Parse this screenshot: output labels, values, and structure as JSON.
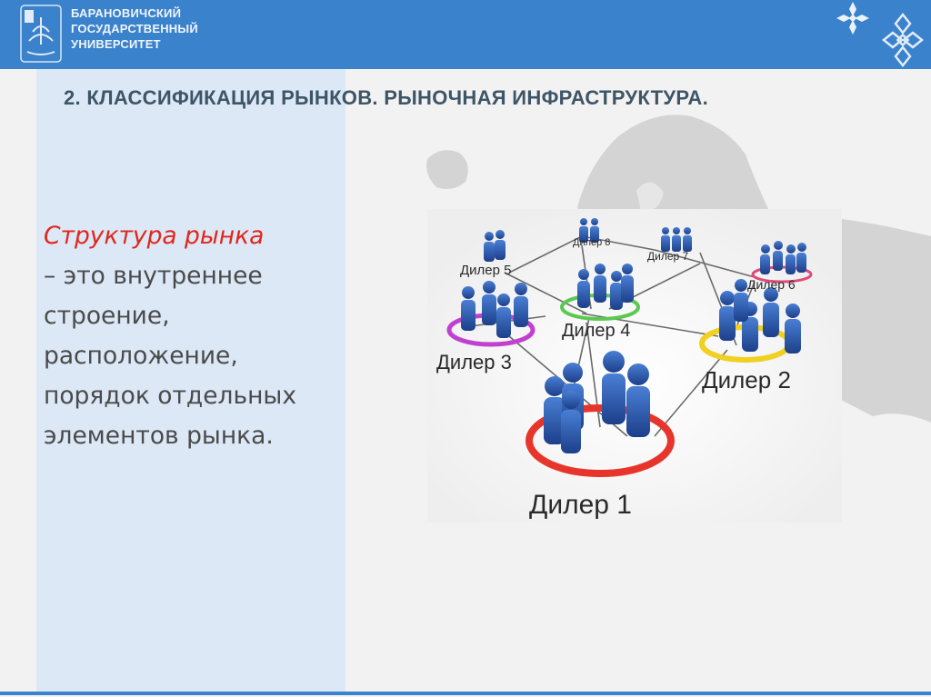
{
  "header": {
    "university_name_lines": [
      "БАРАНОВИЧСКИЙ",
      "ГОСУДАРСТВЕННЫЙ",
      "УНИВЕРСИТЕТ"
    ],
    "bar_color": "#3b82cc",
    "logo_icon": "university-emblem-icon",
    "ornament_icon": "snowflake-ornament-icon"
  },
  "slide": {
    "title": "2.  КЛАССИФИКАЦИЯ РЫНКОВ. РЫНОЧНАЯ ИНФРАСТРУКТУРА."
  },
  "content": {
    "term": "Структура рынка",
    "definition": "– это внутреннее строение, расположение, порядок отдельных элементов рынка.",
    "term_color": "#e1261c"
  },
  "diagram": {
    "image_description_icon": "dealer-network-icon",
    "dealers": [
      {
        "label": "Дилер 1",
        "ring_color": "#e8352b"
      },
      {
        "label": "Дилер 2",
        "ring_color": "#f0d020"
      },
      {
        "label": "Дилер 3",
        "ring_color": "#c040d0"
      },
      {
        "label": "Дилер 4",
        "ring_color": "#5cc850"
      },
      {
        "label": "Дилер 5",
        "ring_color": ""
      },
      {
        "label": "Дилер 6",
        "ring_color": "#e04a7a"
      },
      {
        "label": "Дилер 7",
        "ring_color": ""
      },
      {
        "label": "Дилер 8",
        "ring_color": ""
      }
    ]
  }
}
